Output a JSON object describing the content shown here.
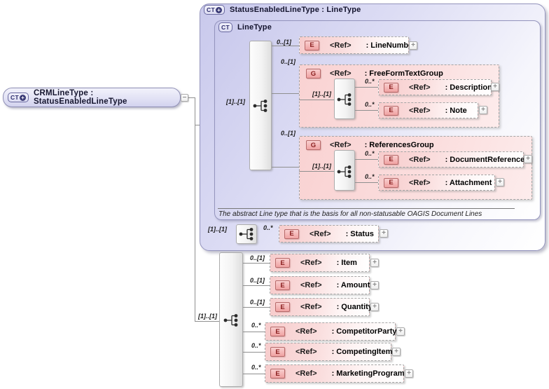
{
  "glyphs": {
    "expand": "+",
    "collapse": "−",
    "badge_plus": "+"
  },
  "root": {
    "badge": "CT",
    "label": "CRMLineType : StatusEnabledLineType"
  },
  "outer": {
    "badge": "CT",
    "title": "StatusEnabledLineType : LineType",
    "inner": {
      "badge": "CT",
      "title": "LineType",
      "seq_card": "[1]..[1]",
      "line_number": {
        "card": "0..[1]",
        "kind": "E",
        "ref": "<Ref>",
        "name": ": LineNumber"
      },
      "free_form_group": {
        "card": "0..[1]",
        "kind": "G",
        "ref": "<Ref>",
        "name": ": FreeFormTextGroup",
        "seq_card": "[1]..[1]",
        "description": {
          "card": "0..*",
          "kind": "E",
          "ref": "<Ref>",
          "name": ": Description"
        },
        "note": {
          "card": "0..*",
          "kind": "E",
          "ref": "<Ref>",
          "name": ": Note"
        }
      },
      "references_group": {
        "card": "0..[1]",
        "kind": "G",
        "ref": "<Ref>",
        "name": ": ReferencesGroup",
        "seq_card": "[1]..[1]",
        "document_reference": {
          "card": "0..*",
          "kind": "E",
          "ref": "<Ref>",
          "name": ": DocumentReference"
        },
        "attachment": {
          "card": "0..*",
          "kind": "E",
          "ref": "<Ref>",
          "name": ": Attachment"
        }
      },
      "annotation": "The abstract Line type that is the basis for all non-statusable OAGIS Document Lines"
    },
    "status": {
      "seq_card": "[1]..[1]",
      "card": "0..*",
      "kind": "E",
      "ref": "<Ref>",
      "name": ": Status"
    }
  },
  "extension": {
    "seq_card": "[1]..[1]",
    "item": {
      "card": "0..[1]",
      "kind": "E",
      "ref": "<Ref>",
      "name": ": Item"
    },
    "amount": {
      "card": "0..[1]",
      "kind": "E",
      "ref": "<Ref>",
      "name": ": Amount"
    },
    "quantity": {
      "card": "0..[1]",
      "kind": "E",
      "ref": "<Ref>",
      "name": ": Quantity"
    },
    "competitor_party": {
      "card": "0..*",
      "kind": "E",
      "ref": "<Ref>",
      "name": ": CompetitorParty"
    },
    "competing_item": {
      "card": "0..*",
      "kind": "E",
      "ref": "<Ref>",
      "name": ": CompetingItem"
    },
    "marketing_program": {
      "card": "0..*",
      "kind": "E",
      "ref": "<Ref>",
      "name": ": MarketingProgram"
    }
  },
  "colors": {
    "accent_purple": "#d4d4f0",
    "accent_pink": "#f7cccc",
    "badge_navy": "#2a2a6a",
    "badge_red": "#8a1f1f",
    "line_grey": "#8f8f8f"
  }
}
